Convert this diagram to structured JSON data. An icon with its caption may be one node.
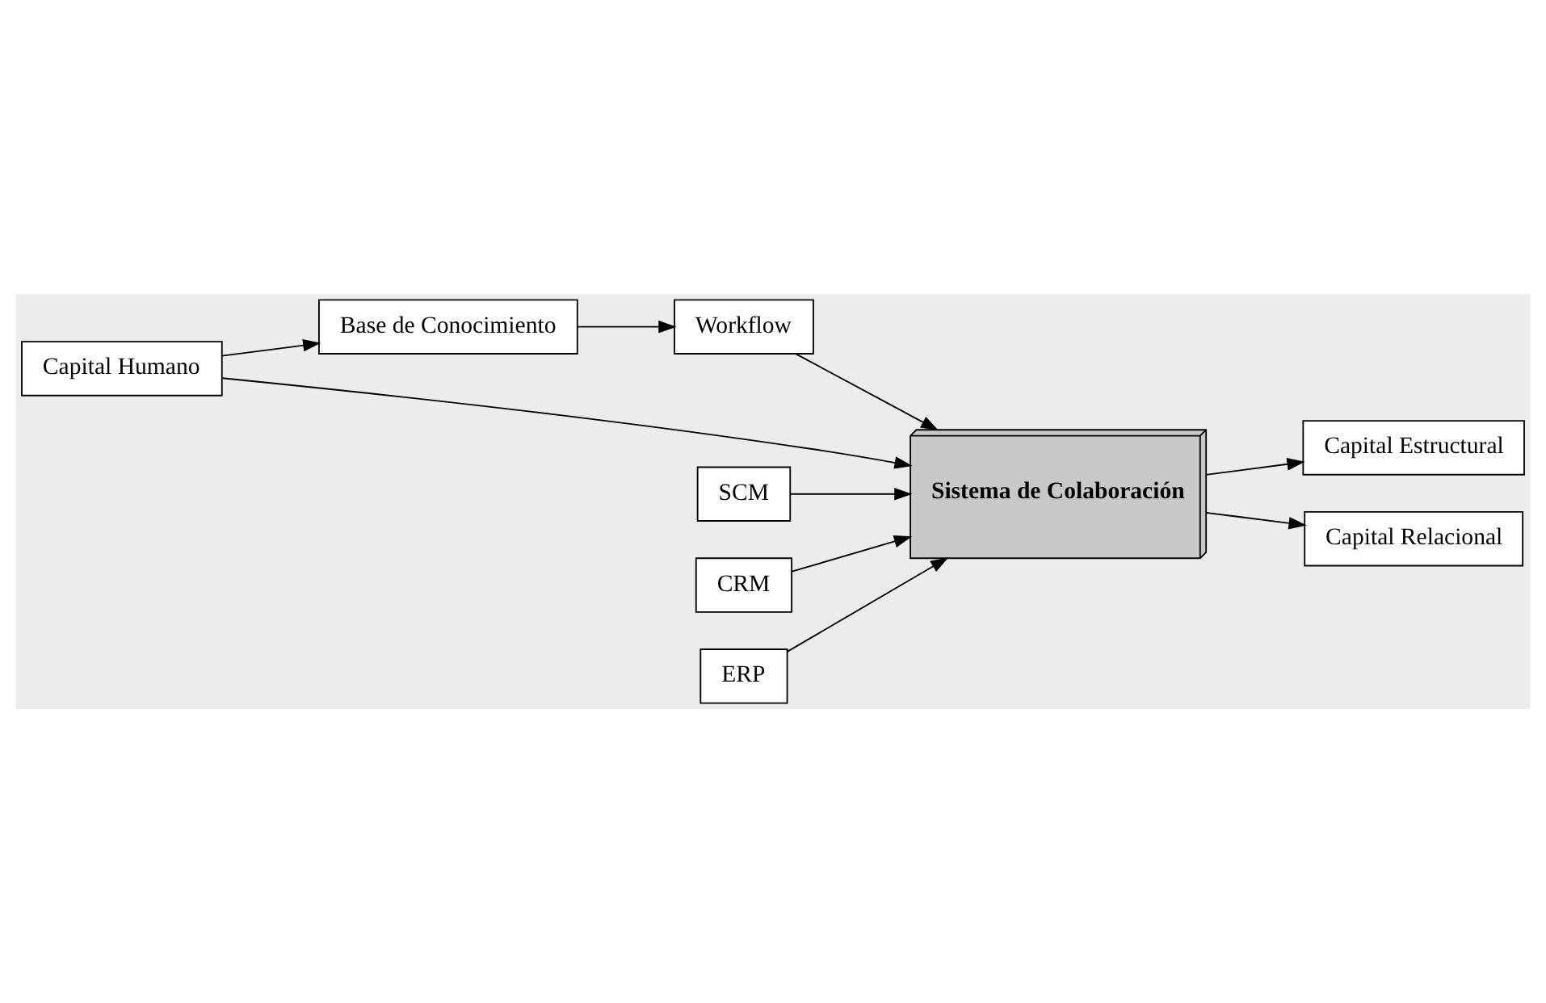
{
  "diagram": {
    "nodes": [
      {
        "text": [
          "Capital Humano"
        ]
      },
      {
        "text": [
          "Base de Conocimiento"
        ]
      },
      {
        "text": [
          "SCM"
        ]
      },
      {
        "text": [
          "CRM"
        ]
      },
      {
        "text": [
          "Sistema de Colaboración"
        ]
      },
      {
        "text": [
          "Workflow"
        ]
      },
      {
        "text": [
          "ERP"
        ]
      },
      {
        "text": [
          "Capital Estructural"
        ]
      },
      {
        "text": [
          "Capital Relacional"
        ]
      }
    ],
    "edges": [
      {
        "from": 0,
        "to": 1,
        "arrow": "to"
      },
      {
        "from": 0,
        "to": 4,
        "arrow": "to"
      },
      {
        "from": 1,
        "to": 5,
        "arrow": "to"
      },
      {
        "from": 2,
        "to": 4,
        "arrow": "to"
      },
      {
        "from": 3,
        "to": 4,
        "arrow": "to"
      },
      {
        "from": 6,
        "to": 4,
        "arrow": "to"
      },
      {
        "from": 5,
        "to": 4,
        "arrow": "to"
      },
      {
        "from": 4,
        "to": 7,
        "arrow": "to"
      },
      {
        "from": 4,
        "to": 8,
        "arrow": "to"
      }
    ]
  }
}
